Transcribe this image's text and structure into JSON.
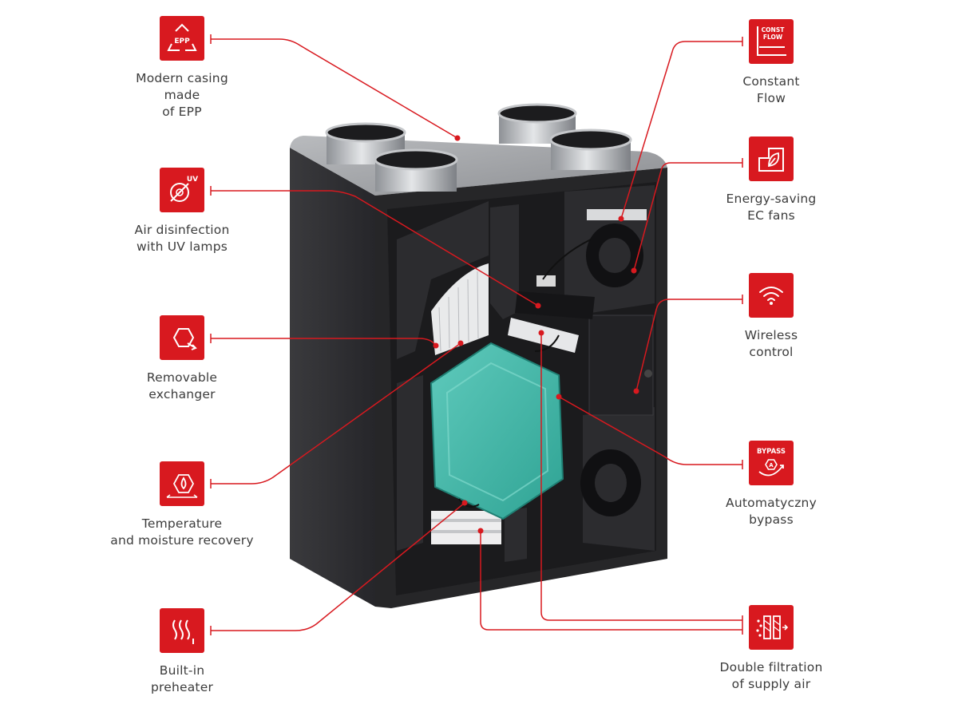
{
  "features": {
    "epp": {
      "icon": "recycle-epp-icon",
      "badge_text": "EPP",
      "lines": [
        "Modern casing",
        "made",
        "of EPP"
      ]
    },
    "uv": {
      "icon": "uv-lamp-icon",
      "badge_text": "UV",
      "lines": [
        "Air disinfection",
        "with UV lamps"
      ]
    },
    "exchanger": {
      "icon": "hexagon-exchanger-icon",
      "lines": [
        "Removable",
        "exchanger"
      ]
    },
    "recovery": {
      "icon": "moisture-recovery-icon",
      "lines": [
        "Temperature",
        "and moisture recovery"
      ]
    },
    "preheater": {
      "icon": "heat-waves-icon",
      "lines": [
        "Built-in",
        "preheater"
      ]
    },
    "constflow": {
      "icon": "const-flow-icon",
      "badge_text_1": "CONST",
      "badge_text_2": "FLOW",
      "lines": [
        "Constant",
        "Flow"
      ]
    },
    "ecfans": {
      "icon": "leaf-energy-icon",
      "lines": [
        "Energy-saving",
        "EC fans"
      ]
    },
    "wireless": {
      "icon": "wifi-icon",
      "lines": [
        "Wireless",
        "control"
      ]
    },
    "bypass": {
      "icon": "bypass-icon",
      "badge_text": "BYPASS",
      "badge_letter": "A",
      "lines": [
        "Automatyczny",
        "bypass"
      ]
    },
    "filtration": {
      "icon": "filter-icon",
      "lines": [
        "Double filtration",
        "of supply air"
      ]
    }
  },
  "colors": {
    "accent": "#d8191f",
    "exchanger": "#3fb8a8",
    "casing": "#2e2e30",
    "top": "#9a9ca0"
  }
}
